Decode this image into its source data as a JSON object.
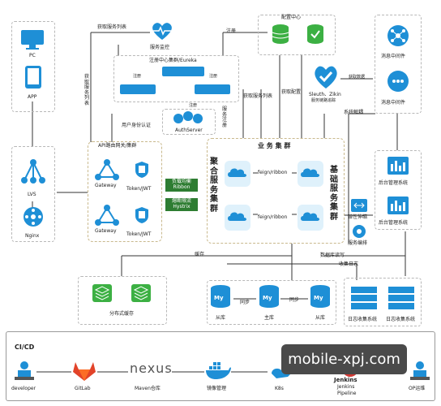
{
  "left": {
    "pc": "PC",
    "app": "APP",
    "lvs": "LVS",
    "nginx": "Nginx"
  },
  "top_labels": {
    "get_service_list": "获取服务列表",
    "service_monitor": "服务监控",
    "register_top": "注册",
    "config_center": "配置中心",
    "registry_cluster": "注册中心集群/Eureka",
    "register_l": "注册",
    "register_r": "注册",
    "register_b": "注册",
    "get_service_list_v": "获取服务列表",
    "get_service_list_mid": "获取服务列表",
    "get_config": "获取配置",
    "user_auth": "用户身份认证",
    "auth_server": "AuthServer",
    "service_register": "服务注册",
    "sleuth": "Sleuth、Zikin",
    "sleuth_sub": "服务链路追踪",
    "get_data": "获取数据",
    "system_decouple": "系统解耦",
    "mq1": "消息中间件",
    "mq2": "消息中间件"
  },
  "gateway": {
    "title": "API路由网关/集群",
    "gw1": "Gateway",
    "gw2": "Gateway",
    "tok1": "Token/JWT",
    "tok2": "Token/JWT"
  },
  "fault": {
    "ribbon_l1": "负载均衡",
    "ribbon_l2": "Ribbon",
    "hystrix_l1": "熔断限流",
    "hystrix_l2": "Hystrix"
  },
  "business": {
    "title": "业 务 集 群",
    "agg": "聚合服务集群",
    "base": "基础服务集群",
    "feign1": "feign/ribbon",
    "feign2": "feign/ribbon",
    "scale": "弹性伸缩",
    "orchestrate": "服务编排"
  },
  "admin": {
    "a1": "后台管理系统",
    "a2": "后台管理系统"
  },
  "bottom": {
    "cache_label": "缓存",
    "data_rw": "数据库读写",
    "log_collect": "收集日志",
    "dist_cache": "分布式缓存",
    "sync1": "同步",
    "sync2": "同步",
    "slave1": "从库",
    "master": "主库",
    "slave2": "从库",
    "log1": "日志收集系统",
    "log2": "日志收集系统",
    "my": "My"
  },
  "cicd": {
    "title": "CI/CD",
    "developer": "developer",
    "gitlab": "GitLab",
    "nexus": "nexus",
    "maven": "Maven仓库",
    "mirror": "镜像管理",
    "k8s": "K8s",
    "jenkins": "Jenkins",
    "jenkins_pipe": "Jenkins",
    "pipeline": "Pipeline",
    "ops": "OP运维"
  },
  "watermark": "mobile-xpj.com"
}
